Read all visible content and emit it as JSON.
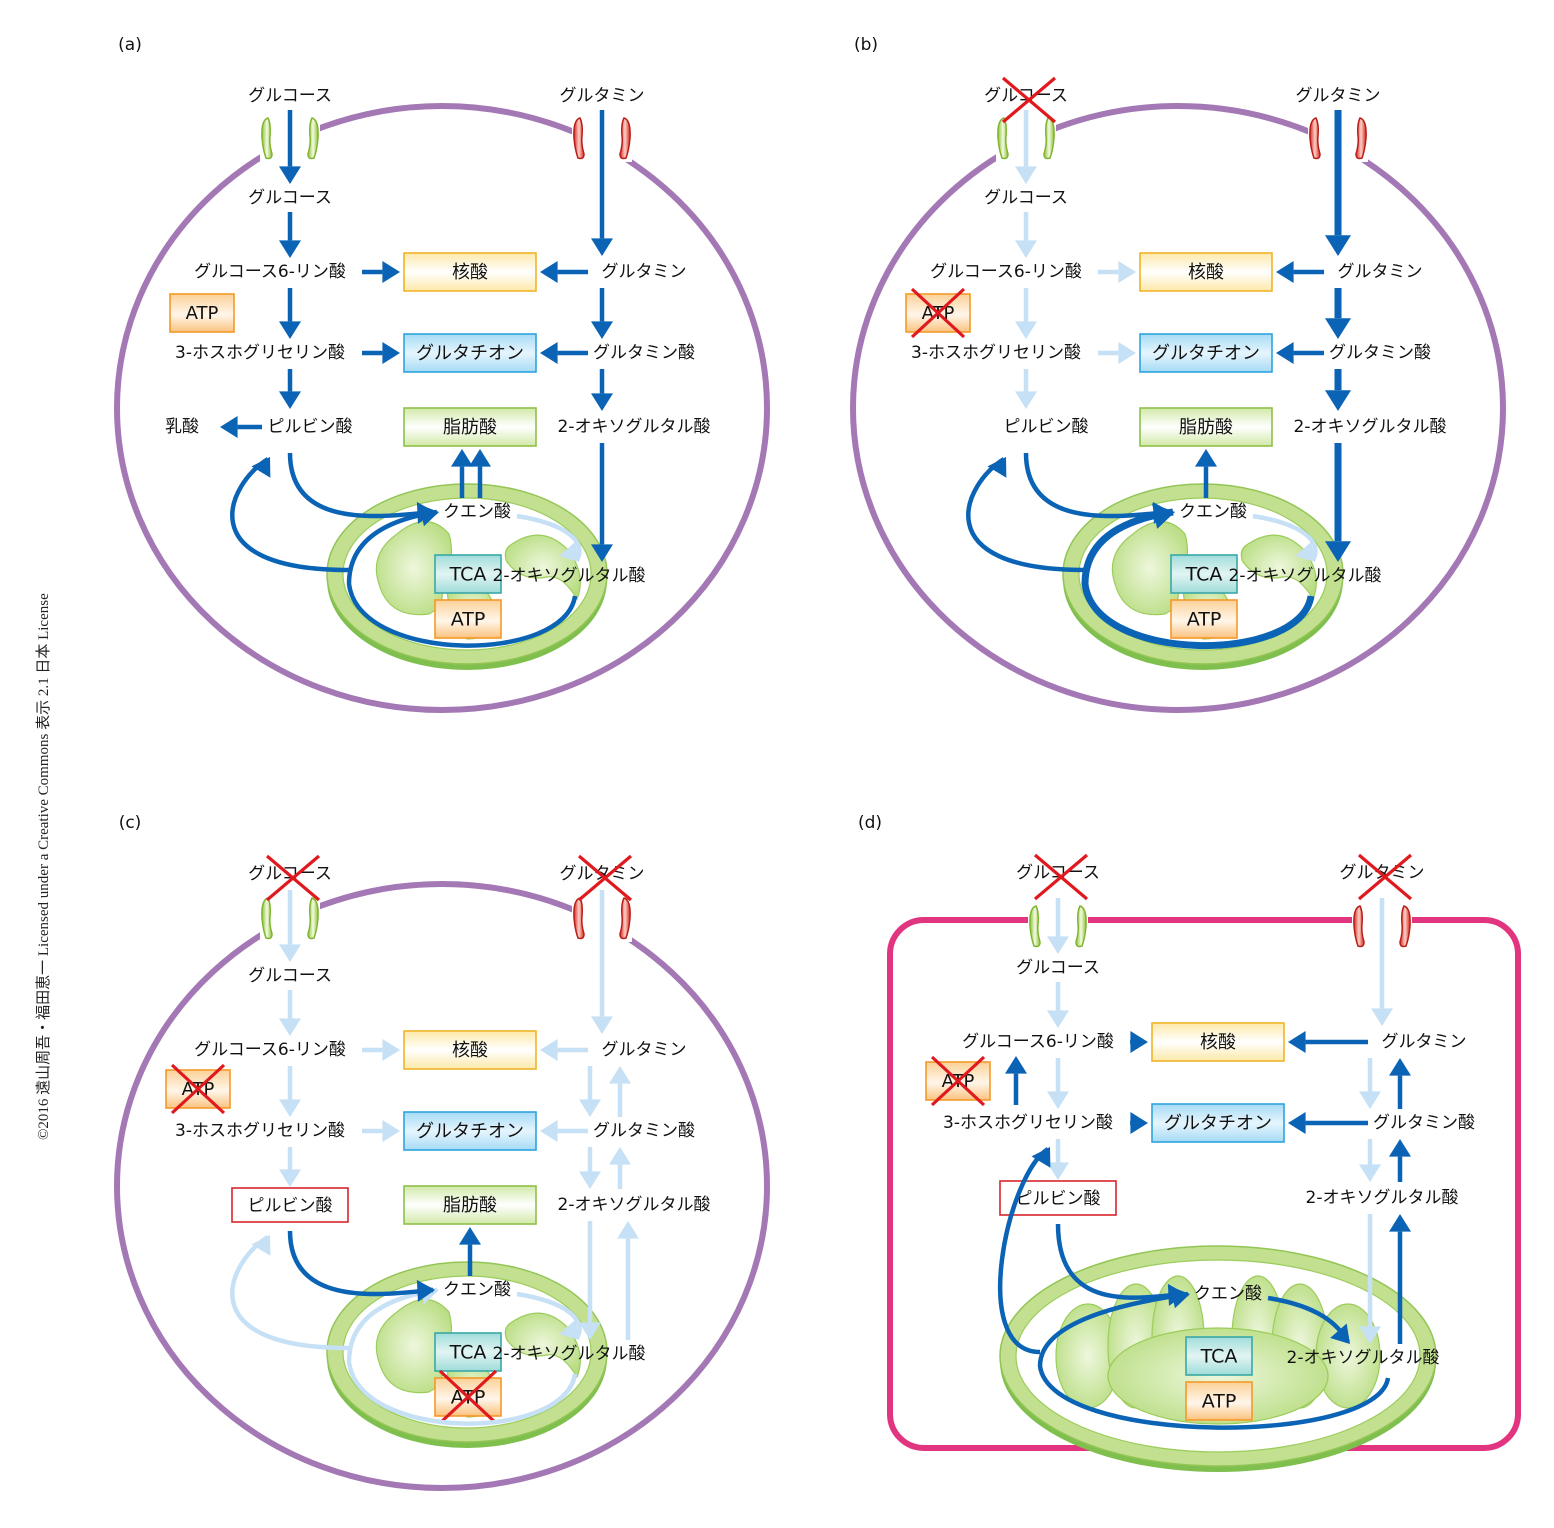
{
  "credit": "©2016 遠山周吾・福田恵一 Licensed under a Creative Commons 表示 2.1 日本 License",
  "colors": {
    "dark_arrow": "#0a63b4",
    "light_arrow": "#c6e0f5",
    "cell_membrane": "#a478b4",
    "cell_membrane_d": "#e2357f",
    "cross": "#e0191e",
    "glucose_channel": "#9ccc45",
    "glutamine_channel": "#e1372e",
    "nucleic_box_border": "#f0b429",
    "glutathione_box_border": "#2fa3dd",
    "fatty_box_border": "#8fc04a",
    "atp_box_border": "#f39a2a",
    "tca_box_border": "#3aa8a5",
    "pyruvate_box_border": "#d9262b",
    "mito_outer": "#a8d36a",
    "mito_inner": "#c6e39a"
  },
  "labels": {
    "glucose_out": "グルコース",
    "glutamine_out": "グルタミン",
    "glucose_in": "グルコース",
    "g6p": "グルコース6-リン酸",
    "pg3": "3-ホスホグリセリン酸",
    "pyruvate": "ピルビン酸",
    "lactate": "乳酸",
    "glutamine_in": "グルタミン",
    "glutamate": "グルタミン酸",
    "akg": "2-オキソグルタル酸",
    "nucleic": "核酸",
    "glutathione": "グルタチオン",
    "fatty": "脂肪酸",
    "citrate": "クエン酸",
    "akg_mito": "2-オキソグルタル酸",
    "tca": "TCA",
    "atp": "ATP"
  },
  "panels": [
    {
      "id": "a",
      "label": "(a)",
      "cell_shape": "oval",
      "glucose_blocked": false,
      "glutamine_blocked": false,
      "atp_cyto_blocked": false,
      "atp_mito_blocked": false,
      "pyruvate_boxed": false,
      "show_lactate": true,
      "mito_cristae": false,
      "arrows": {
        "glc_in": "dark",
        "glc_g6p": "dark",
        "g6p_pg3": "dark",
        "pg3_pyr": "dark",
        "g6p_nuc": "dark",
        "pg3_gsh": "dark",
        "pyr_lac": "dark",
        "gln_in": "dark",
        "gln_nuc": "dark",
        "gln_glu": "dark",
        "glu_gsh": "dark",
        "glu_akg": "dark",
        "akg_mito": "dark",
        "pyr_cit": "dark",
        "cit_akg": "light",
        "tca_loop": "dark",
        "loop_pyr": "dark",
        "cit_fatty": "double",
        "gln_rev": "none",
        "akg_rev": "none",
        "pg3_g6p_rev": "none"
      }
    },
    {
      "id": "b",
      "label": "(b)",
      "cell_shape": "oval",
      "glucose_blocked": true,
      "glutamine_blocked": false,
      "atp_cyto_blocked": true,
      "atp_mito_blocked": false,
      "pyruvate_boxed": false,
      "show_lactate": false,
      "mito_cristae": false,
      "arrows": {
        "glc_in": "light",
        "glc_g6p": "light",
        "g6p_pg3": "light",
        "pg3_pyr": "light",
        "g6p_nuc": "light",
        "pg3_gsh": "light",
        "pyr_lac": "none",
        "gln_in": "thick",
        "gln_nuc": "dark",
        "gln_glu": "thick",
        "glu_gsh": "dark",
        "glu_akg": "thick",
        "akg_mito": "thick",
        "pyr_cit": "dark",
        "cit_akg": "light",
        "tca_loop": "thick",
        "loop_pyr": "dark",
        "cit_fatty": "dark",
        "gln_rev": "none",
        "akg_rev": "none",
        "pg3_g6p_rev": "none"
      }
    },
    {
      "id": "c",
      "label": "(c)",
      "cell_shape": "oval",
      "glucose_blocked": true,
      "glutamine_blocked": true,
      "atp_cyto_blocked": true,
      "atp_mito_blocked": true,
      "pyruvate_boxed": true,
      "show_lactate": false,
      "mito_cristae": false,
      "arrows": {
        "glc_in": "light",
        "glc_g6p": "light",
        "g6p_pg3": "light",
        "pg3_pyr": "light",
        "g6p_nuc": "light",
        "pg3_gsh": "light",
        "pyr_lac": "none",
        "gln_in": "light",
        "gln_nuc": "light",
        "gln_glu": "light",
        "glu_gsh": "light",
        "glu_akg": "light",
        "akg_mito": "light",
        "pyr_cit": "dark",
        "cit_akg": "light",
        "tca_loop": "light",
        "loop_pyr": "light",
        "cit_fatty": "dark",
        "gln_rev": "light",
        "akg_rev": "light",
        "pg3_g6p_rev": "none"
      }
    },
    {
      "id": "d",
      "label": "(d)",
      "cell_shape": "rect",
      "glucose_blocked": true,
      "glutamine_blocked": true,
      "atp_cyto_blocked": true,
      "atp_mito_blocked": false,
      "pyruvate_boxed": true,
      "show_lactate": false,
      "mito_cristae": true,
      "arrows": {
        "glc_in": "light",
        "glc_g6p": "light",
        "g6p_pg3": "light",
        "pg3_pyr": "light",
        "g6p_nuc": "dark",
        "pg3_gsh": "dark",
        "pyr_lac": "none",
        "gln_in": "light",
        "gln_nuc": "dark",
        "gln_glu": "light",
        "glu_gsh": "dark",
        "glu_akg": "light",
        "akg_mito": "light",
        "pyr_cit": "dark",
        "cit_akg": "dark",
        "tca_loop": "dark",
        "loop_pyr": "dark",
        "cit_fatty": "none",
        "gln_rev": "dark",
        "akg_rev": "dark",
        "pg3_g6p_rev": "dark"
      }
    }
  ]
}
